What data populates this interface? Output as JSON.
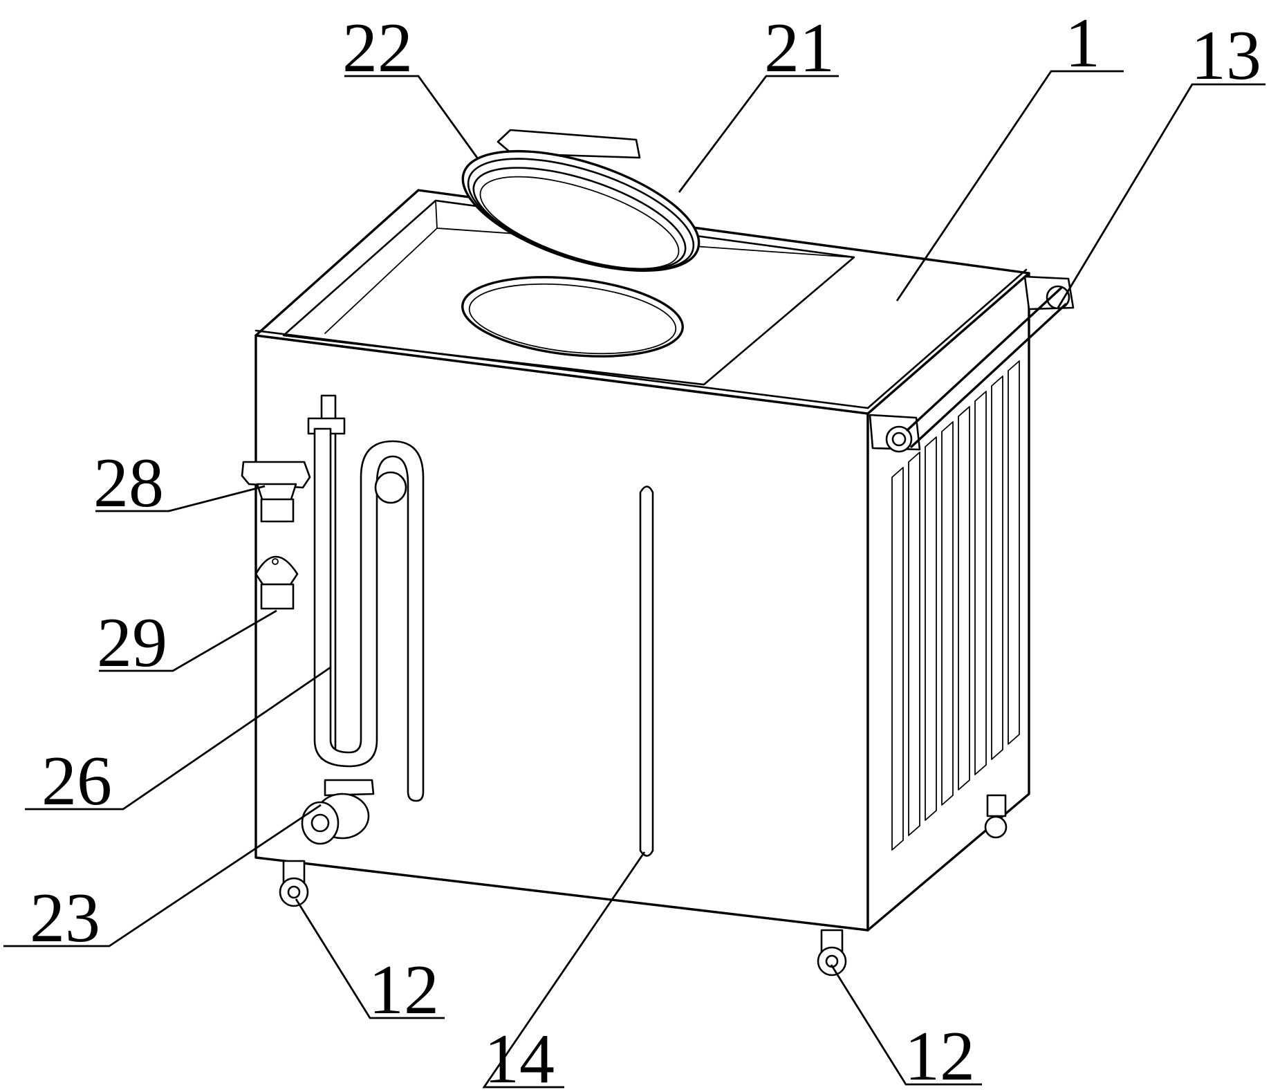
{
  "figure": {
    "reference_labels": [
      {
        "id": "label-22",
        "text": "22",
        "refers_to": "lid seal ring"
      },
      {
        "id": "label-21",
        "text": "21",
        "refers_to": "lid"
      },
      {
        "id": "label-1",
        "text": "1",
        "refers_to": "tank body"
      },
      {
        "id": "label-13",
        "text": "13",
        "refers_to": "handle"
      },
      {
        "id": "label-28",
        "text": "28",
        "refers_to": "upper fitting"
      },
      {
        "id": "label-29",
        "text": "29",
        "refers_to": "lower fitting"
      },
      {
        "id": "label-26",
        "text": "26",
        "refers_to": "serpentine pipe"
      },
      {
        "id": "label-23",
        "text": "23",
        "refers_to": "drain valve"
      },
      {
        "id": "label-12a",
        "text": "12",
        "refers_to": "front-left caster"
      },
      {
        "id": "label-14",
        "text": "14",
        "refers_to": "level slot"
      },
      {
        "id": "label-12b",
        "text": "12",
        "refers_to": "front-right caster"
      }
    ]
  },
  "colors": {
    "line": "#000000",
    "background": "#ffffff"
  }
}
